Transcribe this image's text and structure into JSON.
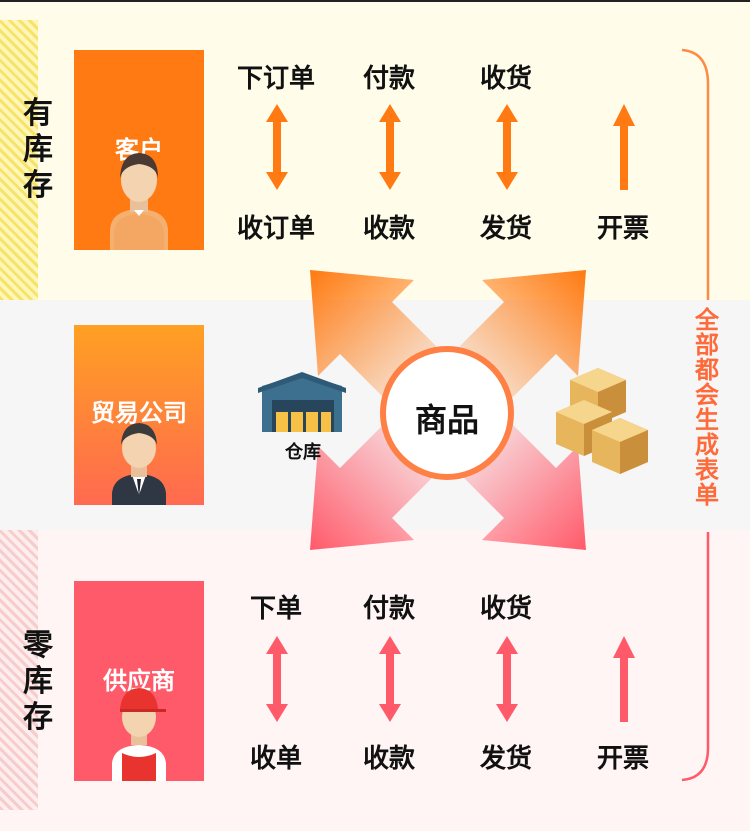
{
  "side_labels": {
    "top": "有库存",
    "bottom": "零库存"
  },
  "cards": {
    "customer": "客户",
    "trading_company": "贸易公司",
    "supplier": "供应商"
  },
  "customer_flow": {
    "top": [
      "下订单",
      "付款",
      "收货"
    ],
    "bottom": [
      "收订单",
      "收款",
      "发货",
      "开票"
    ]
  },
  "supplier_flow": {
    "top": [
      "下单",
      "付款",
      "收货"
    ],
    "bottom": [
      "收单",
      "收款",
      "发货",
      "开票"
    ]
  },
  "center": "商品",
  "warehouse": "仓库",
  "bracket": "全部都会生成表单",
  "colors": {
    "customer_orange": "#ff7a12",
    "supplier_red": "#ff5a6a",
    "arrow_orange": "#ff7a12",
    "arrow_pink": "#ff5a6a",
    "bracket_orange": "#ff6a3a"
  }
}
